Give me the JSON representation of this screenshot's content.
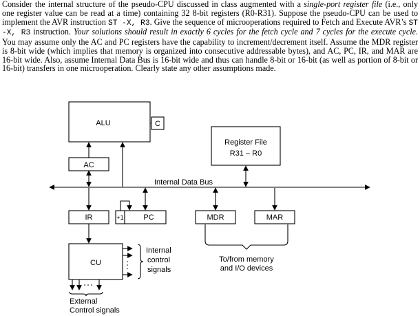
{
  "paragraph": {
    "p1": "Consider the internal structure of the pseudo-CPU discussed in class augmented with a ",
    "p1_em": "single-port register file",
    "p2": " (i.e., only one register value can be read at a time) containing 32 8-bit registers (R0-R31). Suppose the pseudo-CPU can be used to implement the AVR instruction ",
    "p2_code": "ST  -X,  R3",
    "p3": ".  Give the sequence of microoperations required to Fetch and Execute AVR’s ",
    "p3_code": "ST  -X,  R3",
    "p4": " instruction. ",
    "p4_em": "Your solutions should result in exactly 6 cycles for the fetch cycle and 7 cycles for the execute cycle.",
    "p5": " You may assume only the AC and PC registers have the capability to increment/decrement itself.  Assume the MDR register is 8-bit wide (which implies that memory is organized into consecutive addressable bytes), and AC, PC, IR, and MAR are 16-bit wide.  Also, assume Internal Data Bus is 16-bit wide and thus can handle 8-bit or 16-bit (as well as portion of 8-bit or 16-bit) transfers in one microoperation.  Clearly state any other assumptions made."
  },
  "diagram": {
    "alu": "ALU",
    "c": "C",
    "ac": "AC",
    "register_file_1": "Register File",
    "register_file_2": "R31 – R0",
    "bus": "Internal Data Bus",
    "ir": "IR",
    "plus1": "+1",
    "pc": "PC",
    "mdr": "MDR",
    "mar": "MAR",
    "cu": "CU",
    "internal_1": "Internal",
    "internal_2": "control",
    "internal_3": "signals",
    "memory_1": "To/from memory",
    "memory_2": "and I/O devices",
    "external_1": "External",
    "external_2": "Control signals"
  }
}
